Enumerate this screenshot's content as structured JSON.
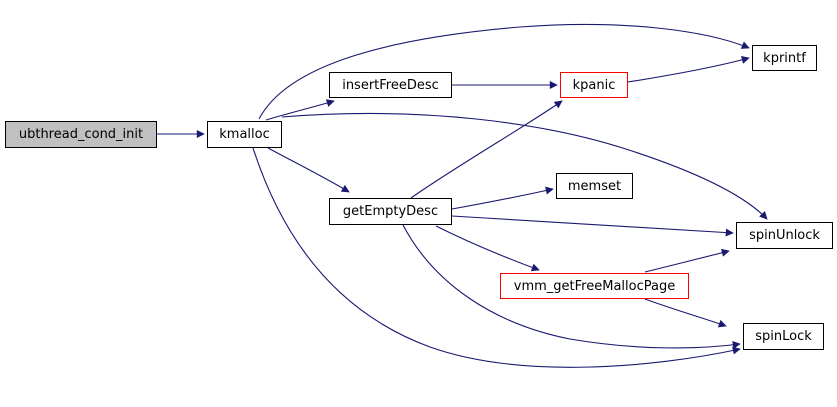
{
  "diagram": {
    "type": "call-graph",
    "background_color": "#ffffff",
    "edge_color": "#191970",
    "node_border_color": "#000000",
    "highlight_border_color": "#ff0000",
    "current_node_fill_color": "#c0c0c0",
    "node_fill_color": "#ffffff",
    "text_color": "#000000"
  },
  "nodes": [
    {
      "id": "ubthread_cond_init",
      "label": "ubthread_cond_init",
      "kind": "current"
    },
    {
      "id": "kmalloc",
      "label": "kmalloc",
      "kind": "normal"
    },
    {
      "id": "insertFreeDesc",
      "label": "insertFreeDesc",
      "kind": "normal"
    },
    {
      "id": "kpanic",
      "label": "kpanic",
      "kind": "highlighted"
    },
    {
      "id": "kprintf",
      "label": "kprintf",
      "kind": "normal"
    },
    {
      "id": "getEmptyDesc",
      "label": "getEmptyDesc",
      "kind": "normal"
    },
    {
      "id": "memset",
      "label": "memset",
      "kind": "normal"
    },
    {
      "id": "spinUnlock",
      "label": "spinUnlock",
      "kind": "normal"
    },
    {
      "id": "vmm_getFreeMallocPage",
      "label": "vmm_getFreeMallocPage",
      "kind": "highlighted"
    },
    {
      "id": "spinLock",
      "label": "spinLock",
      "kind": "normal"
    }
  ],
  "edges": [
    {
      "from": "ubthread_cond_init",
      "to": "kmalloc"
    },
    {
      "from": "kmalloc",
      "to": "kprintf"
    },
    {
      "from": "kmalloc",
      "to": "insertFreeDesc"
    },
    {
      "from": "kmalloc",
      "to": "spinUnlock"
    },
    {
      "from": "kmalloc",
      "to": "getEmptyDesc"
    },
    {
      "from": "kmalloc",
      "to": "spinLock"
    },
    {
      "from": "insertFreeDesc",
      "to": "kpanic"
    },
    {
      "from": "kpanic",
      "to": "kprintf"
    },
    {
      "from": "getEmptyDesc",
      "to": "kpanic"
    },
    {
      "from": "getEmptyDesc",
      "to": "memset"
    },
    {
      "from": "getEmptyDesc",
      "to": "spinUnlock"
    },
    {
      "from": "getEmptyDesc",
      "to": "vmm_getFreeMallocPage"
    },
    {
      "from": "getEmptyDesc",
      "to": "spinLock"
    },
    {
      "from": "vmm_getFreeMallocPage",
      "to": "spinUnlock"
    },
    {
      "from": "vmm_getFreeMallocPage",
      "to": "spinLock"
    }
  ]
}
